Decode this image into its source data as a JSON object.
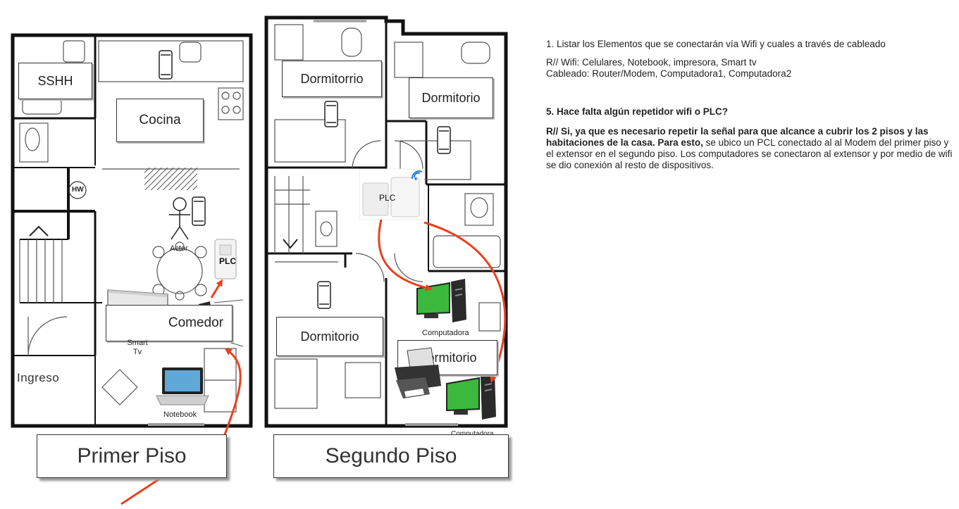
{
  "floor1": {
    "title": "Primer Piso",
    "rooms": {
      "sshh": "SSHH",
      "cocina": "Cocina",
      "comedor": "Comedor",
      "ingreso": "Ingreso",
      "hw": "HW"
    },
    "devices": {
      "actor": "Actor",
      "plc": "PLC",
      "smart_tv": "Smart Tv",
      "notebook": "Notebook"
    }
  },
  "floor2": {
    "title": "Segundo Piso",
    "rooms": {
      "dorm1": "Dormitorrio",
      "dorm2": "Dormitorio",
      "dorm3": "Dormitorio",
      "dorm4": "Dormitorio"
    },
    "devices": {
      "plc": "PLC",
      "computer1": "Computadora",
      "computer2": "Computadora"
    }
  },
  "notes": {
    "q1": "1. Listar los Elementos que se conectarán vía Wifi y cuales a través de cableado",
    "a1_wifi": "R// Wifi: Celulares, Notebook, impresora, Smart tv",
    "a1_cable": "Cableado: Router/Modem, Computadora1, Computadora2",
    "q5": "5. Hace falta algún repetidor wifi o PLC?",
    "a5_bold": "R// Si, ya que es necesario repetir la señal para que alcance a cubrir los 2 pisos y las habitaciones de la casa. Para esto,",
    "a5_rest": " se ubico un PCL conectado al al Modem del primer piso y el extensor en el segundo piso. Los computadores se conectaron al extensor y por medio de wifi se dio conexión al resto de dispositivos."
  },
  "colors": {
    "arrow": "#e8411e",
    "screen": "#3cb83c",
    "wall": "#111111"
  }
}
